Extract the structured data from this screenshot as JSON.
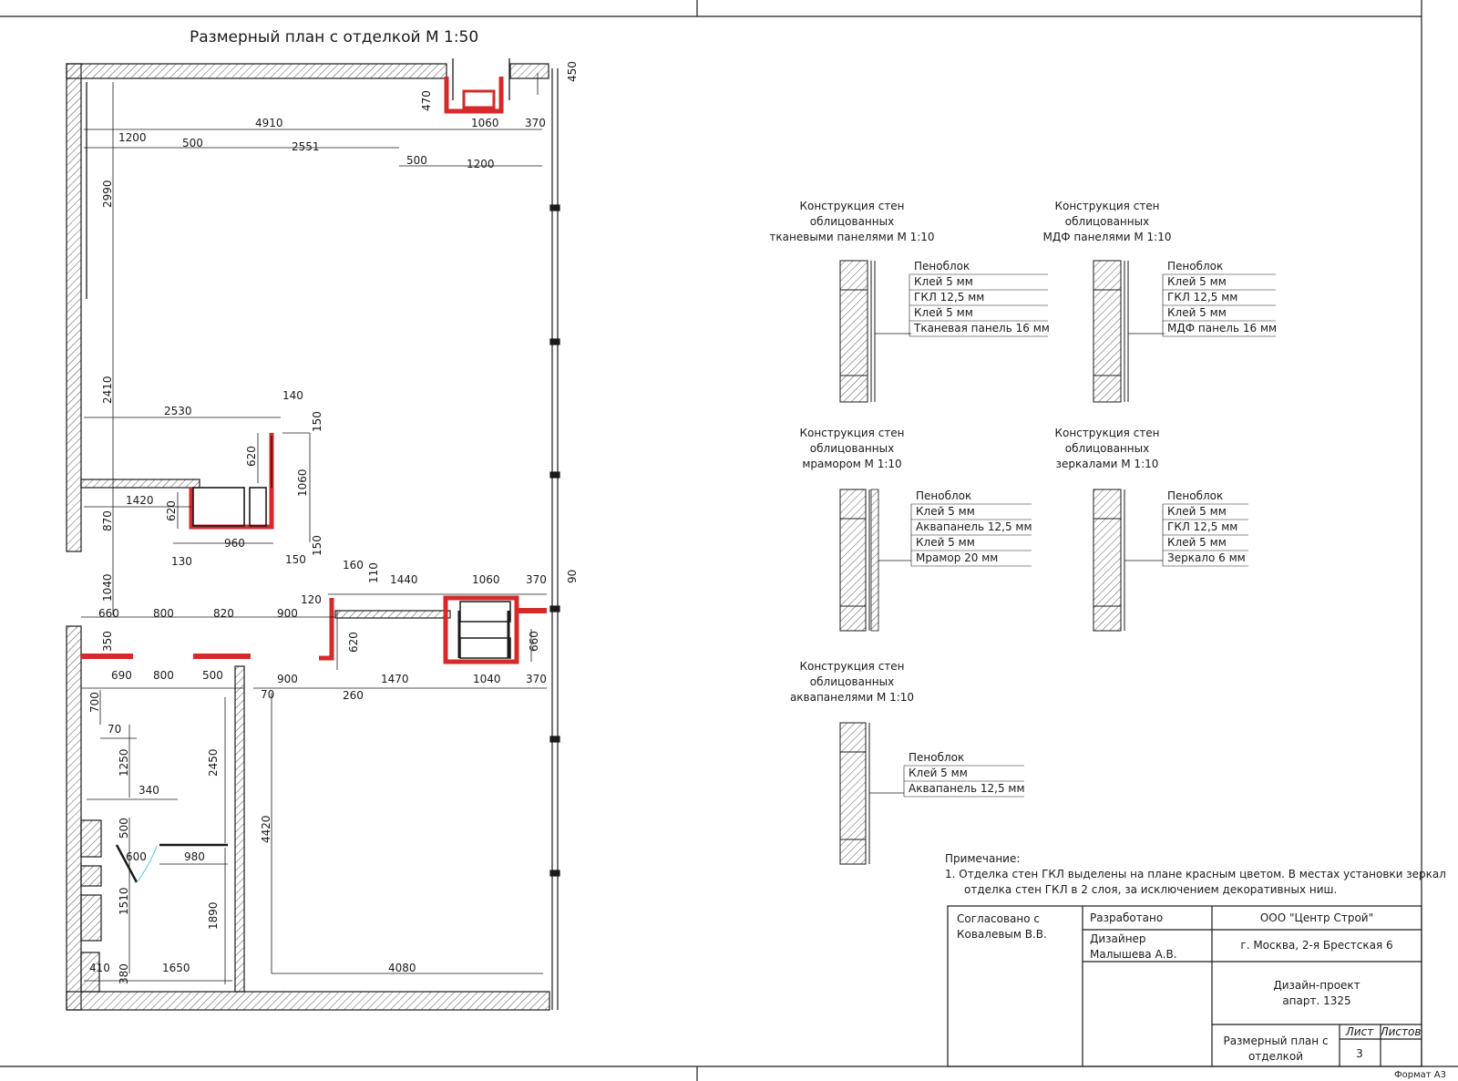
{
  "plan_title": "Размерный план с отделкой М 1:50",
  "plan_dims": {
    "top_1200": "1200",
    "top_500a": "500",
    "top_4910": "4910",
    "top_2551": "2551",
    "top_500b": "500",
    "top_1200b": "1200",
    "top_1060": "1060",
    "top_370": "370",
    "top_470": "470",
    "top_450": "450",
    "left_2990": "2990",
    "left_2410": "2410",
    "left_870": "870",
    "left_1040": "1040",
    "m_2530": "2530",
    "m_140": "140",
    "m_150a": "150",
    "m_620a": "620",
    "m_1060": "1060",
    "m_1420": "1420",
    "m_620b": "620",
    "m_960": "960",
    "m_130": "130",
    "m_150b": "150",
    "m_150c": "150",
    "c_160": "160",
    "c_110": "110",
    "c_1440": "1440",
    "c_1060": "1060",
    "c_370": "370",
    "c_90": "90",
    "c_120": "120",
    "c_620": "620",
    "c_660r": "660",
    "d_660": "660",
    "d_800a": "800",
    "d_820": "820",
    "d_900a": "900",
    "d_350": "350",
    "d_690": "690",
    "d_800b": "800",
    "d_500": "500",
    "d_900b": "900",
    "d_70a": "70",
    "d_1470": "1470",
    "d_1040": "1040",
    "d_370": "370",
    "d_260": "260",
    "b_700": "700",
    "b_70": "70",
    "b_1250": "1250",
    "b_2450": "2450",
    "b_340": "340",
    "b_500": "500",
    "b_600": "600",
    "b_980": "980",
    "b_4420": "4420",
    "b_1510": "1510",
    "b_1890": "1890",
    "b_410": "410",
    "b_380": "380",
    "b_1650": "1650",
    "b_4080": "4080"
  },
  "sections": [
    {
      "title": [
        "Конструкция стен",
        "облицованных",
        "тканевыми панелями М 1:10"
      ],
      "layers": [
        "Пеноблок",
        "Клей 5 мм",
        "ГКЛ 12,5 мм",
        "Клей 5 мм",
        "Тканевая панель 16 мм"
      ]
    },
    {
      "title": [
        "Конструкция стен",
        "облицованных",
        "МДФ панелями  М 1:10"
      ],
      "layers": [
        "Пеноблок",
        "Клей 5 мм",
        "ГКЛ 12,5 мм",
        "Клей 5 мм",
        "МДФ панель 16 мм"
      ]
    },
    {
      "title": [
        "Конструкция стен",
        "облицованных",
        "мрамором М 1:10"
      ],
      "layers": [
        "Пеноблок",
        "Клей 5 мм",
        "Аквапанель 12,5 мм",
        "Клей 5 мм",
        "Мрамор 20 мм"
      ]
    },
    {
      "title": [
        "Конструкция стен",
        "облицованных",
        "зеркалами  М 1:10"
      ],
      "layers": [
        "Пеноблок",
        "Клей 5 мм",
        "ГКЛ 12,5 мм",
        "Клей 5 мм",
        "Зеркало 6 мм"
      ]
    },
    {
      "title": [
        "Конструкция стен",
        "облицованных",
        "аквапанелями  М 1:10"
      ],
      "layers": [
        "Пеноблок",
        "Клей 5 мм",
        "Аквапанель 12,5 мм"
      ]
    }
  ],
  "note": {
    "heading": "Примечание:",
    "line1": "1. Отделка стен ГКЛ выделены на плане красным цветом. В местах установки зеркал",
    "line2": "отделка стен ГКЛ в 2 слоя, за исключением декоративных ниш."
  },
  "title_block": {
    "agreed_line1": "Согласовано с",
    "agreed_line2": "Ковалевым В.В.",
    "developed": "Разработано",
    "designer_line1": "Дизайнер",
    "designer_line2": "Малышева А.В.",
    "company": "ООО \"Центр Строй\"",
    "address": "г. Москва, 2-я Брестская 6",
    "project_line1": "Дизайн-проект",
    "project_line2": "апарт. 1325",
    "sheet_name_line1": "Размерный план с",
    "sheet_name_line2": "отделкой",
    "sheet_label": "Лист",
    "sheets_label": "Листов",
    "sheet_number": "3",
    "format": "Формат А3"
  },
  "colors": {
    "line": "#1a1a1a",
    "gkl_finish": "#d62a2a",
    "hatch": "#555555"
  }
}
